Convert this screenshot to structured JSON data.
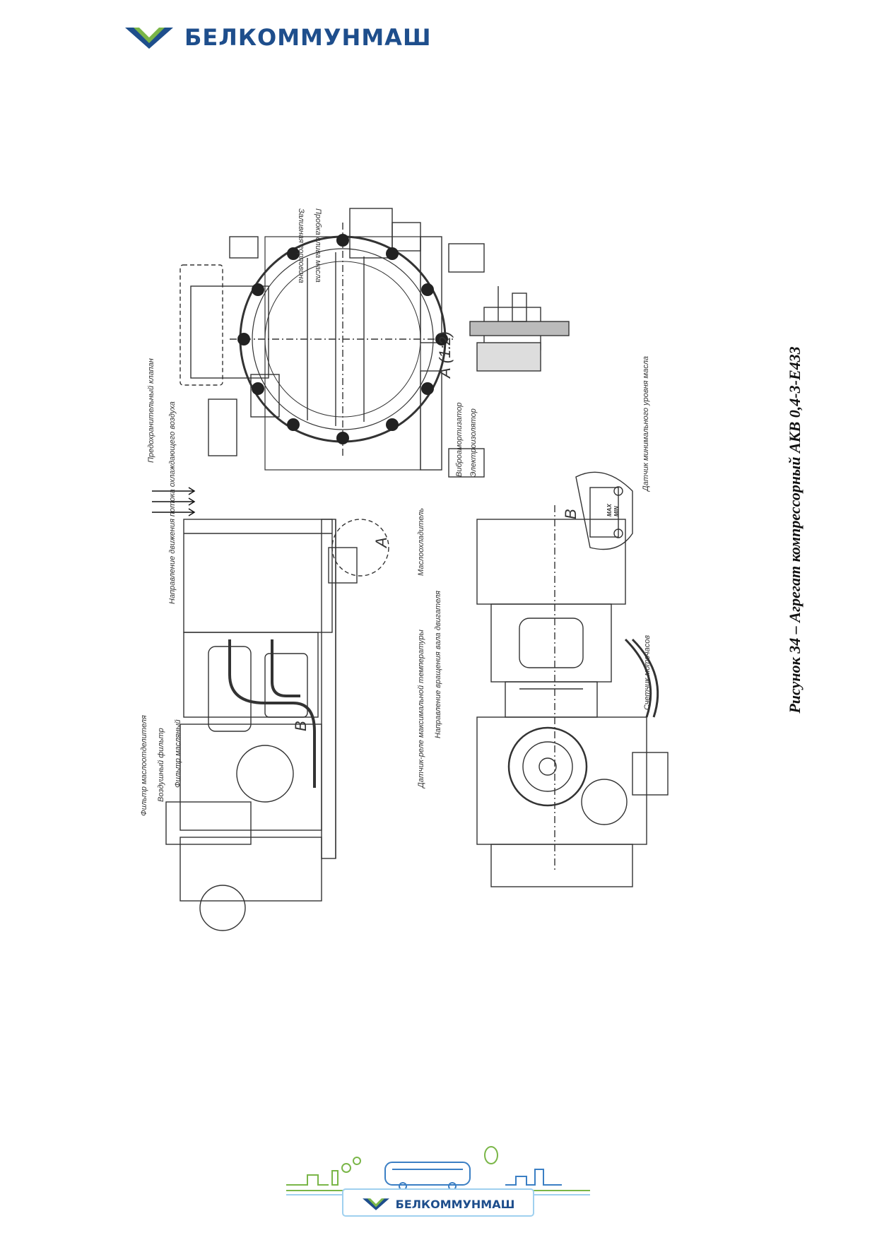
{
  "header": {
    "company": "БЕЛКОММУНМАШ",
    "logo_icon": "chevron-logo-icon",
    "colors": {
      "blue": "#1e4e8c",
      "green": "#7ab648"
    }
  },
  "drawing": {
    "labels": {
      "air_direction": "Направление движения потока охлаждающего воздуха",
      "oil_separator_filter": "Фильтр маслоотделителя",
      "air_filter": "Воздушный фильтр",
      "oil_filter": "Фильтр масляный",
      "safety_valve": "Предохранительный клапан",
      "filler_neck": "Заливная горловина",
      "drain_plug": "Пробка слива масла",
      "view_a": "А",
      "view_b": "В",
      "view_a_scale": "А (1:2)",
      "vibration_damper": "Виброамортизатор",
      "electric_insulator": "Электроизолятор",
      "view_b_detail": "В",
      "oil_level_sensor": "Датчик минимального уровня масла",
      "temp_relay": "Датчик-реле максимальной температуры",
      "shaft_rotation": "Направление вращения вала двигателя",
      "oil_cooler": "Маслоохладитель",
      "hour_meter": "Счетчик моточасов",
      "max": "MAX",
      "min": "MIN"
    }
  },
  "caption": "Рисунок 34 – Агрегат компрессорный АКВ 0,4-3-Е433",
  "footer": {
    "company": "БЕЛКОММУНМАШ",
    "illustration_icon": "city-bus-landscape-icon"
  }
}
